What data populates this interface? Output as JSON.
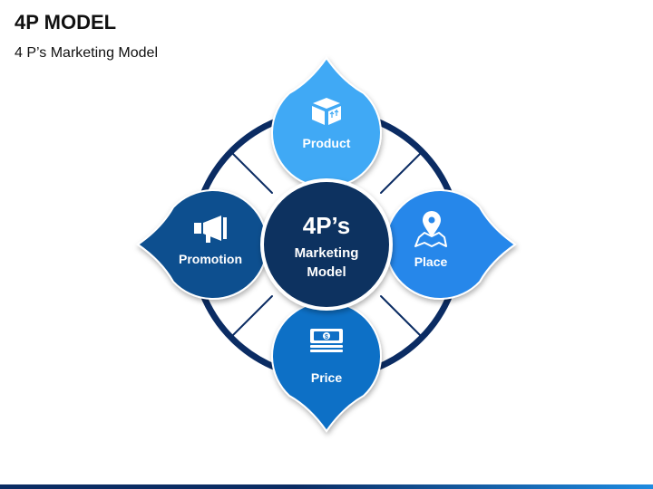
{
  "slide": {
    "title": "4P MODEL",
    "subtitle": "4 P’s Marketing Model"
  },
  "center": {
    "line1": "4P’s",
    "line2": "Marketing",
    "line3": "Model"
  },
  "leaves": {
    "product": {
      "label": "Product",
      "icon": "box-icon",
      "color": "#3fa9f5"
    },
    "place": {
      "label": "Place",
      "icon": "map-pin-icon",
      "color": "#2787ea"
    },
    "price": {
      "label": "Price",
      "icon": "money-stack-icon",
      "color": "#0f6fc6"
    },
    "promotion": {
      "label": "Promotion",
      "icon": "megaphone-icon",
      "color": "#0d4f8f"
    }
  },
  "colors": {
    "ring": "#0b2c63",
    "center": "#0b3060",
    "bottom_bar_dark": "#0b2c63",
    "bottom_bar_light": "#1e8be0"
  }
}
